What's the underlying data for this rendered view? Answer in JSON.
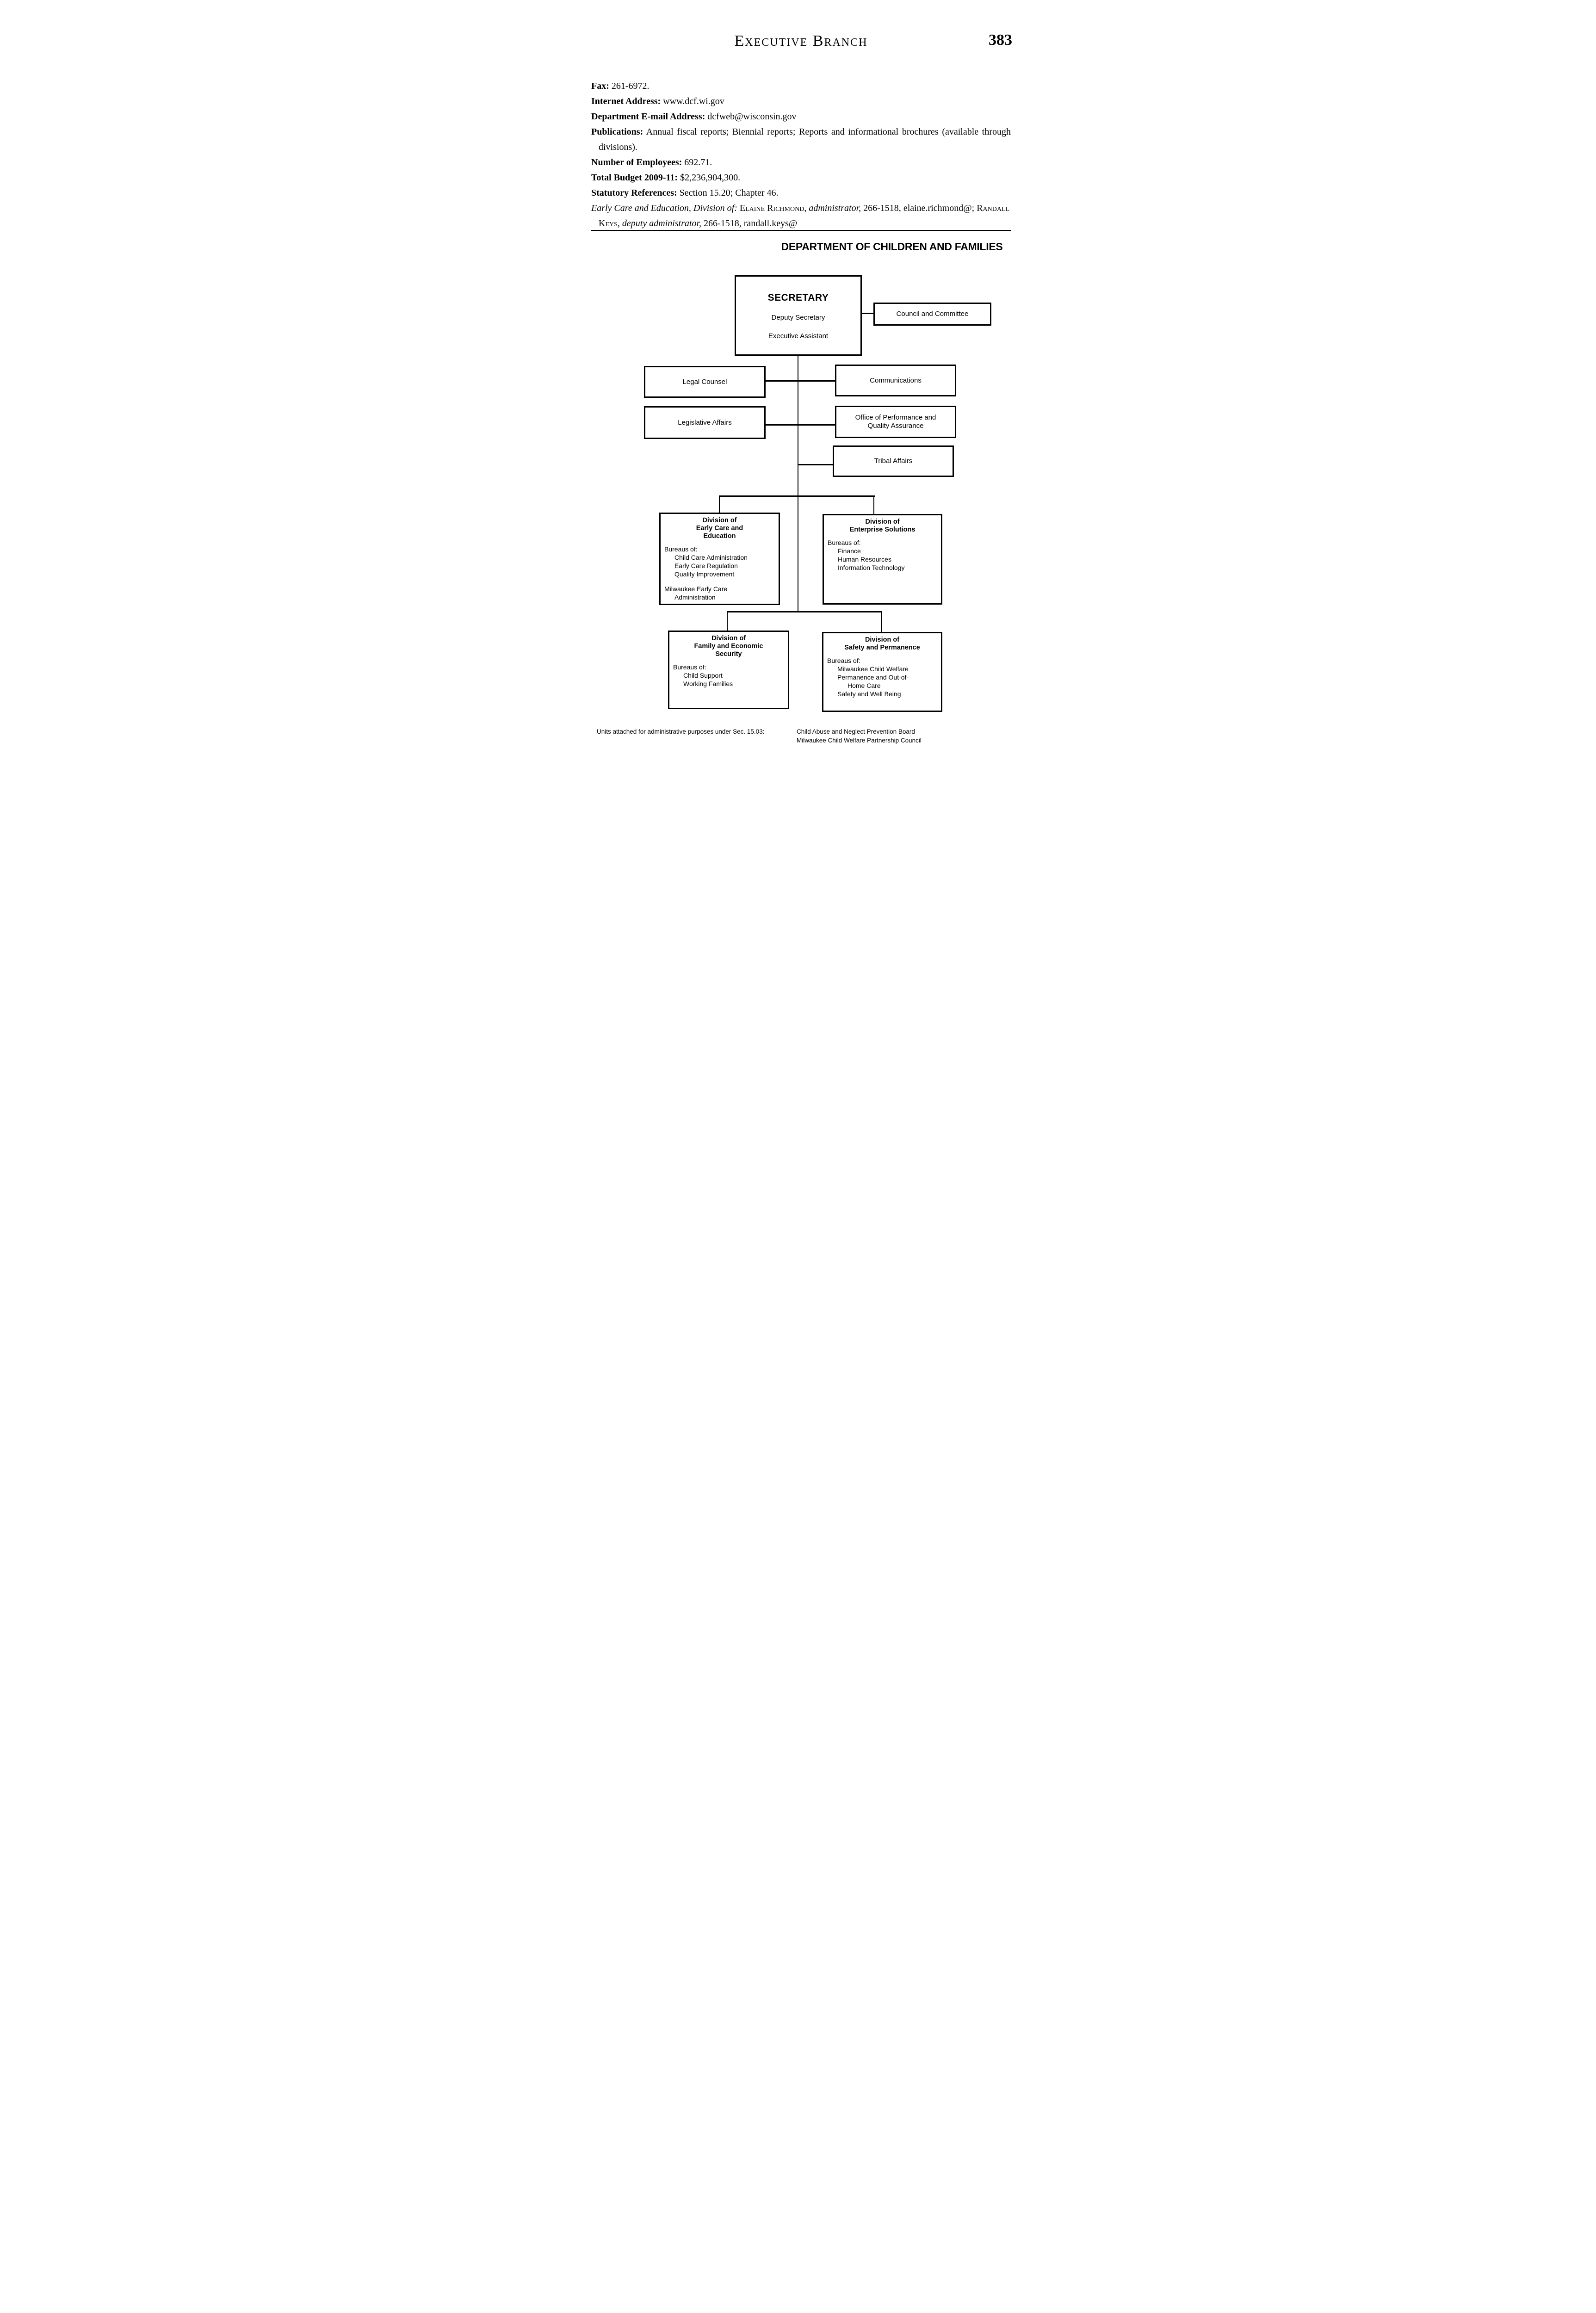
{
  "header": {
    "title": "Executive Branch",
    "page_number": "383"
  },
  "info_lines": [
    {
      "label": "Fax:",
      "text": "261-6972."
    },
    {
      "label": "Internet Address:",
      "text": "www.dcf.wi.gov"
    },
    {
      "label": "Department E-mail Address:",
      "text": "dcfweb@wisconsin.gov"
    },
    {
      "label": "Publications:",
      "text": "Annual fiscal reports; Biennial reports; Reports and informational brochures (available through divisions)."
    },
    {
      "label": "Number of Employees:",
      "text": "692.71."
    },
    {
      "label": "Total Budget 2009-11:",
      "text": "$2,236,904,300."
    },
    {
      "label": "Statutory References:",
      "text": "Section 15.20; Chapter 46."
    }
  ],
  "division_contact": {
    "division": "Early Care and Education, Division of:",
    "admin_name": "Elaine Richmond,",
    "admin_title": "administrator,",
    "admin_phone": "266-1518,",
    "admin_email": "elaine.richmond@;",
    "deputy_name": "Randall Keys,",
    "deputy_title": "deputy administrator,",
    "deputy_phone": "266-1518,",
    "deputy_email": "randall.keys@"
  },
  "org_chart": {
    "title": "DEPARTMENT OF CHILDREN AND FAMILIES",
    "secretary": {
      "title": "SECRETARY",
      "line1": "Deputy Secretary",
      "line2": "Executive Assistant"
    },
    "council": "Council and Committee",
    "staff_boxes": {
      "legal": "Legal Counsel",
      "communications": "Communications",
      "legislative": "Legislative Affairs",
      "performance_line1": "Office of Performance and",
      "performance_line2": "Quality Assurance",
      "tribal": "Tribal Affairs"
    },
    "divisions": [
      {
        "title_lines": [
          "Division of",
          "Early Care and",
          "Education"
        ],
        "bureaus_label": "Bureaus of:",
        "bureaus": [
          "Child Care Administration",
          "Early Care Regulation",
          "Quality Improvement"
        ],
        "extra_lines": [
          "Milwaukee Early Care",
          "Administration"
        ]
      },
      {
        "title_lines": [
          "Division of",
          "Enterprise Solutions"
        ],
        "bureaus_label": "Bureaus of:",
        "bureaus": [
          "Finance",
          "Human Resources",
          "Information Technology"
        ]
      },
      {
        "title_lines": [
          "Division of",
          "Family and Economic",
          "Security"
        ],
        "bureaus_label": "Bureaus of:",
        "bureaus": [
          "Child Support",
          "Working Families"
        ]
      },
      {
        "title_lines": [
          "Division of",
          "Safety and Permanence"
        ],
        "bureaus_label": "Bureaus of:",
        "bureaus": [
          "Milwaukee Child Welfare",
          "Permanence and Out-of-",
          "Home Care",
          "Safety and Well Being"
        ]
      }
    ]
  },
  "footer": {
    "label": "Units attached for administrative purposes under Sec. 15.03:",
    "items": [
      "Child Abuse and Neglect Prevention Board",
      "Milwaukee Child Welfare Partnership Council"
    ]
  },
  "colors": {
    "ink": "#000000",
    "paper": "#ffffff"
  }
}
